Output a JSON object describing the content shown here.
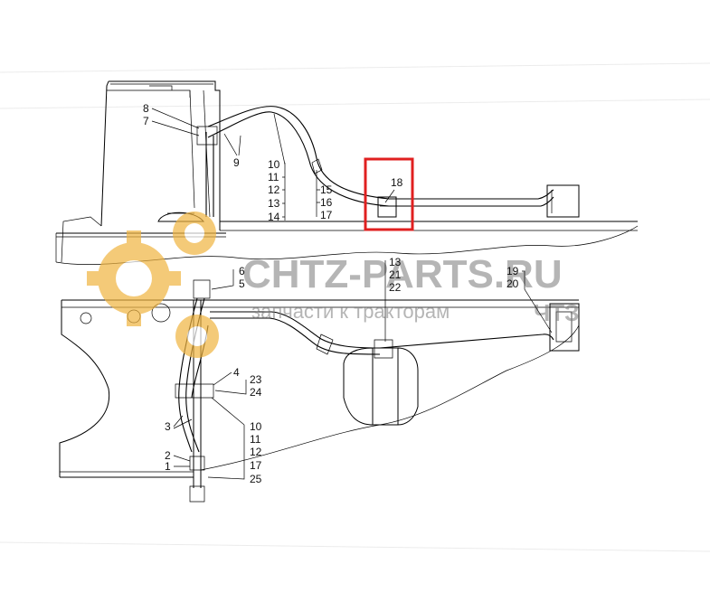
{
  "callouts": {
    "c1": "1",
    "c2": "2",
    "c3": "3",
    "c4": "4",
    "c5": "5",
    "c6": "6",
    "c7": "7",
    "c8": "8",
    "c9": "9",
    "top10": "10",
    "top11": "11",
    "top12": "12",
    "top13": "13",
    "top14": "14",
    "c15": "15",
    "c16": "16",
    "c17": "17",
    "c18": "18",
    "r13": "13",
    "r21": "21",
    "r22": "22",
    "c19": "19",
    "c20": "20",
    "c23": "23",
    "c24": "24",
    "b10": "10",
    "b11": "11",
    "b12": "12",
    "b17": "17",
    "b25": "25"
  },
  "watermark": {
    "title": "CHTZ-PARTS.RU",
    "subtitle": "запчасти к тракторам",
    "brand": "ЧТЗ"
  },
  "highlight": {
    "color": "#e02020",
    "target_label": "18"
  },
  "colors": {
    "gear": "#f0b440",
    "line": "#000000",
    "watermark": "#7a7a7a"
  },
  "icons": {
    "gear": "gear-icon",
    "tractor": "tractor-icon"
  }
}
